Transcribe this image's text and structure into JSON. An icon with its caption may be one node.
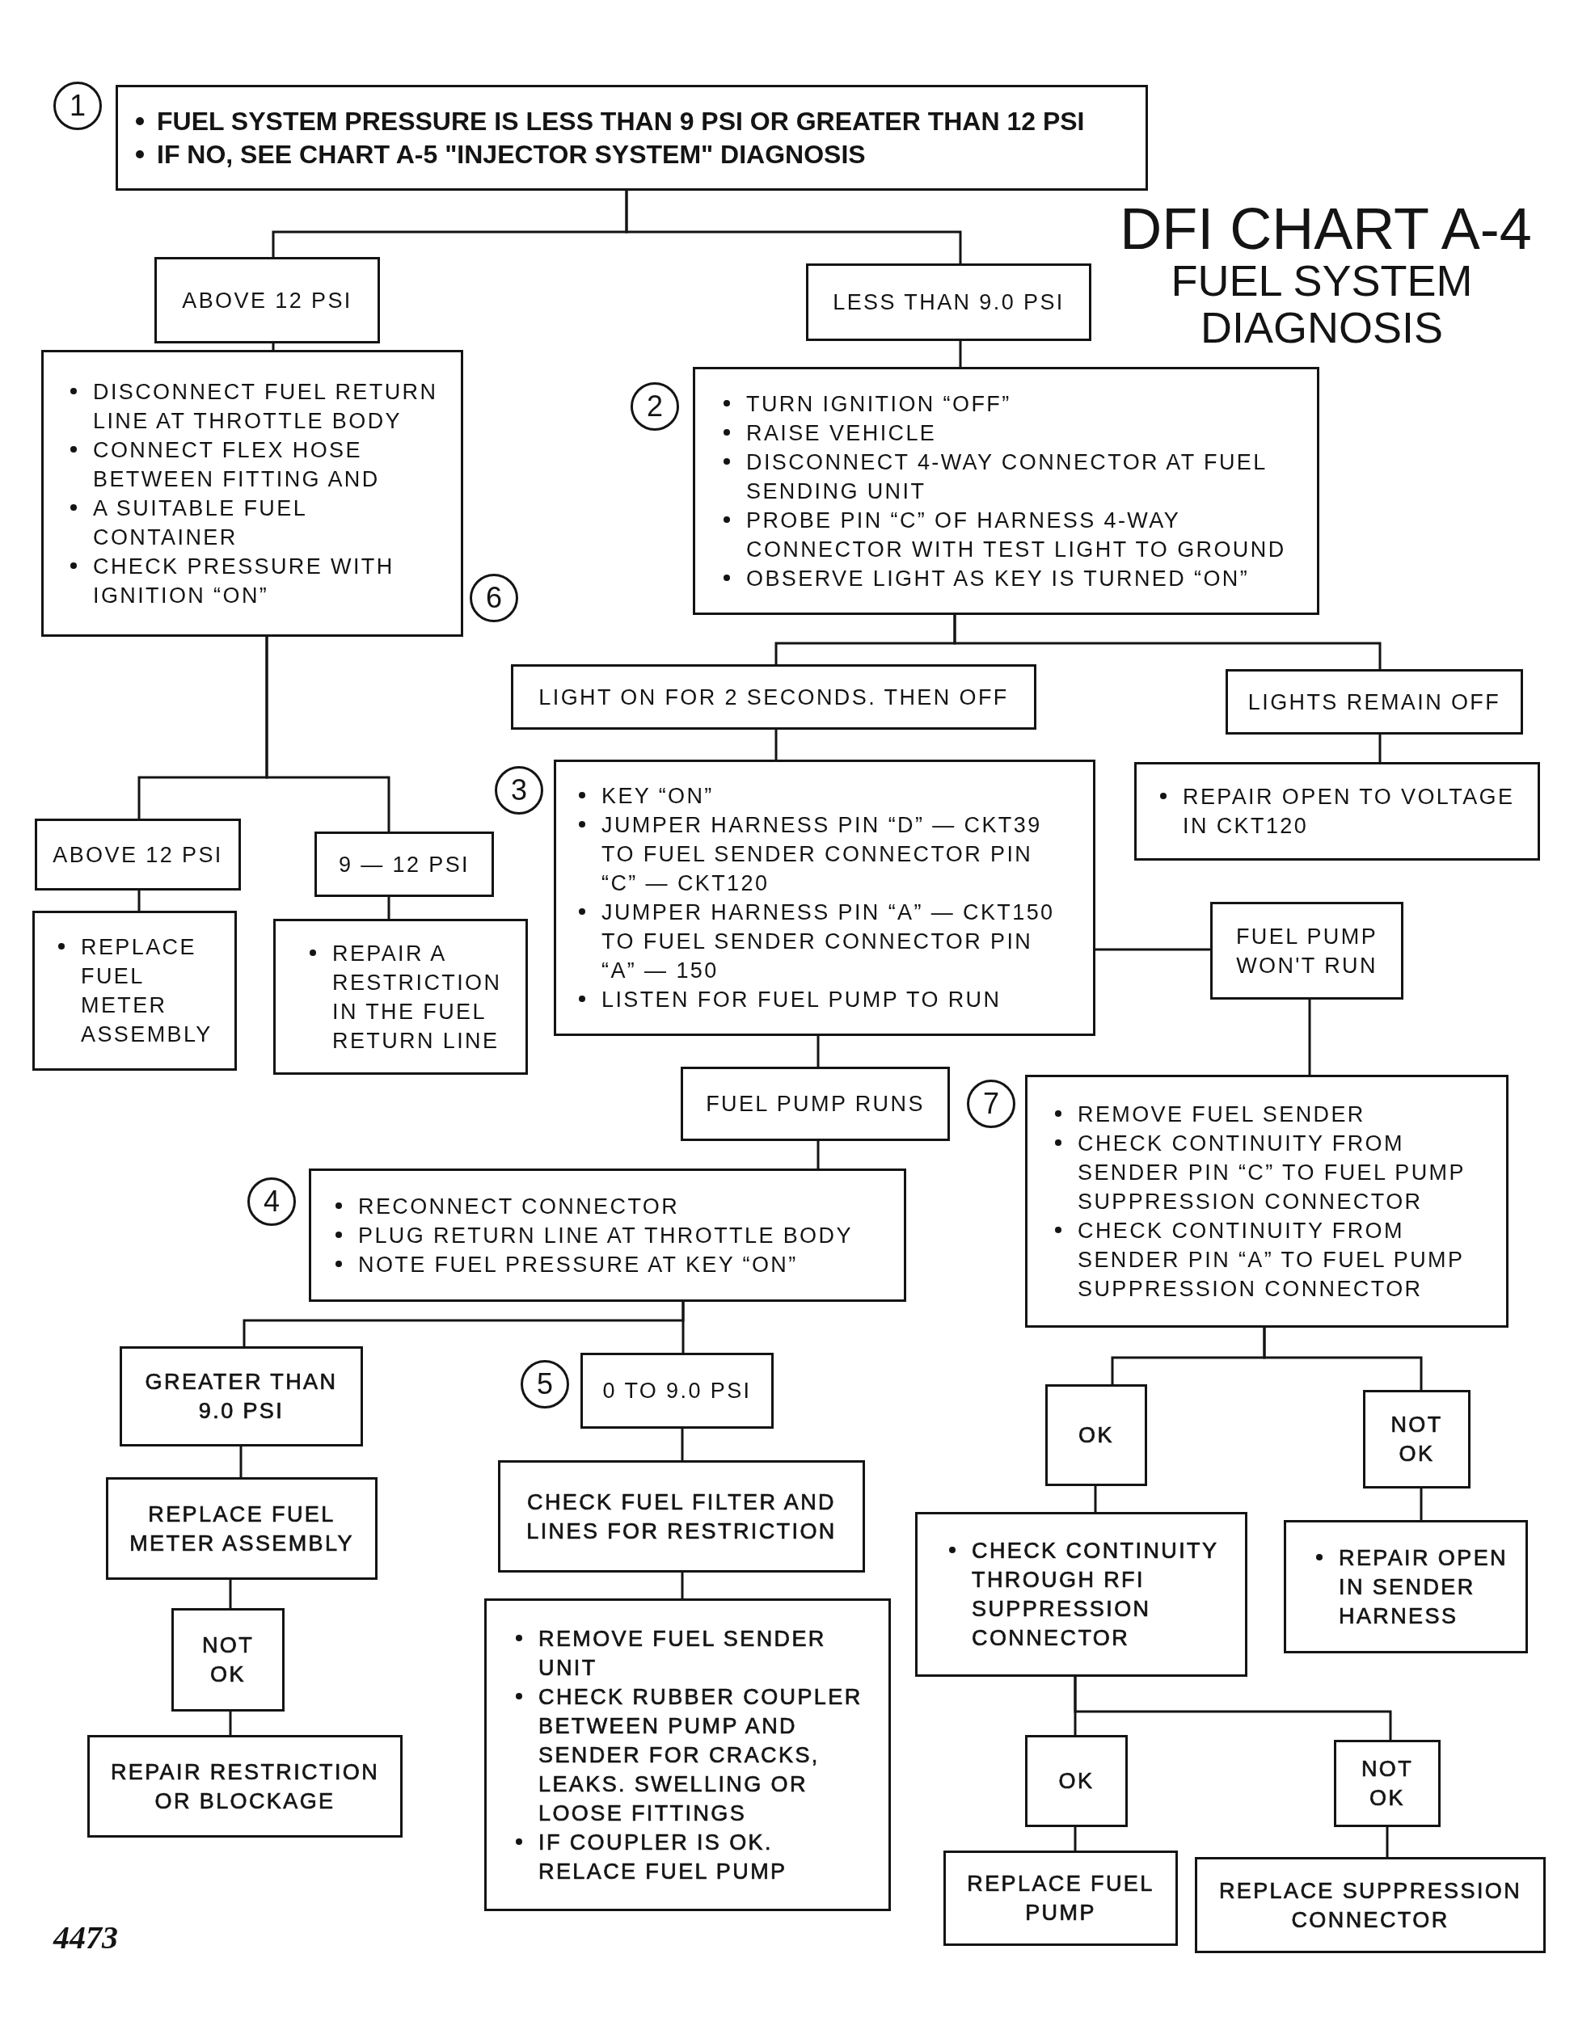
{
  "diagram": {
    "title": "DFI CHART A-4",
    "nodes": [
      {
        "text": [
          "FUEL SYSTEM PRESSURE IS LESS THAN 9 PSI OR GREATER THAN 12 PSI",
          "IF NO, SEE CHART A-5 \"INJECTOR SYSTEM\" DIAGNOSIS"
        ],
        "beside": [
          "1"
        ]
      },
      {
        "text": [
          "ABOVE 12 PSI"
        ]
      },
      {
        "text": [
          "LESS THAN 9.0 PSI"
        ]
      },
      {
        "text": [
          "DISCONNECT FUEL RETURN LINE AT THROTTLE BODY",
          "CONNECT FLEX HOSE BETWEEN FITTING AND",
          "A SUITABLE FUEL CONTAINER",
          "CHECK PRESSURE WITH IGNITION “ON”"
        ],
        "beside": [
          "6"
        ]
      },
      {
        "text": [
          "TURN IGNITION “OFF”",
          "RAISE VEHICLE",
          "DISCONNECT 4-WAY CONNECTOR AT FUEL SENDING UNIT",
          "PROBE PIN “C” OF HARNESS 4-WAY CONNECTOR WITH TEST LIGHT TO GROUND",
          "OBSERVE LIGHT AS KEY IS TURNED “ON”"
        ],
        "beside": [
          "2"
        ]
      },
      {
        "text": [
          "LIGHT ON FOR 2 SECONDS. THEN OFF"
        ]
      },
      {
        "text": [
          "LIGHTS REMAIN OFF"
        ]
      },
      {
        "text": [
          "KEY “ON”",
          "JUMPER HARNESS PIN “D” — CKT39 TO FUEL SENDER CONNECTOR PIN “C” — CKT120",
          "JUMPER HARNESS PIN “A” — CKT150 TO FUEL SENDER CONNECTOR PIN “A” — 150",
          "LISTEN FOR FUEL PUMP TO RUN"
        ],
        "beside": [
          "3"
        ]
      },
      {
        "text": [
          "REPAIR OPEN TO VOLTAGE IN CKT120"
        ]
      },
      {
        "text": [
          "ABOVE 12 PSI"
        ]
      },
      {
        "text": [
          "9 — 12 PSI"
        ]
      },
      {
        "text": [
          "FUEL PUMP WON'T RUN"
        ]
      },
      {
        "text": [
          "REPLACE FUEL METER ASSEMBLY"
        ]
      },
      {
        "text": [
          "REPAIR A RESTRICTION IN THE FUEL RETURN LINE"
        ]
      },
      {
        "text": [
          "FUEL PUMP RUNS"
        ]
      },
      {
        "text": [
          "REMOVE FUEL SENDER",
          "CHECK CONTINUITY FROM SENDER PIN “C” TO FUEL PUMP SUPPRESSION CONNECTOR",
          "CHECK CONTINUITY FROM SENDER PIN “A” TO FUEL PUMP SUPPRESSION CONNECTOR"
        ],
        "beside": [
          "7"
        ]
      },
      {
        "text": [
          "RECONNECT CONNECTOR",
          "PLUG RETURN LINE AT THROTTLE BODY",
          "NOTE FUEL PRESSURE AT KEY “ON”"
        ],
        "beside": [
          "4"
        ]
      },
      {
        "text": [
          "GREATER THAN 9.0 PSI"
        ]
      },
      {
        "text": [
          "0 TO 9.0 PSI"
        ],
        "beside": [
          "5"
        ]
      },
      {
        "text": [
          "OK"
        ]
      },
      {
        "text": [
          "NOT OK"
        ]
      },
      {
        "text": [
          "REPLACE FUEL METER ASSEMBLY"
        ]
      },
      {
        "text": [
          "CHECK FUEL FILTER AND LINES FOR RESTRICTION"
        ]
      },
      {
        "text": [
          "CHECK CONTINUITY THROUGH RFI SUPPRESSION CONNECTOR"
        ]
      },
      {
        "text": [
          "REPAIR OPEN IN SENDER HARNESS"
        ]
      },
      {
        "text": [
          "NOT OK"
        ]
      },
      {
        "text": [
          "REMOVE FUEL SENDER UNIT",
          "CHECK RUBBER COUPLER BETWEEN PUMP AND SENDER FOR CRACKS, LEAKS. SWELLING OR LOOSE FITTINGS",
          "IF COUPLER IS OK. RELACE FUEL PUMP"
        ]
      },
      {
        "text": [
          "OK"
        ]
      },
      {
        "text": [
          "NOT OK"
        ]
      },
      {
        "text": [
          "REPAIR RESTRICTION OR BLOCKAGE"
        ]
      },
      {
        "text": [
          "REPLACE FUEL PUMP"
        ]
      },
      {
        "text": [
          "REPLACE SUPPRESSION CONNECTOR"
        ]
      }
    ],
    "edges": [
      {
        "from": 0,
        "to": 1,
        "arrow": "none"
      },
      {
        "from": 0,
        "to": 2,
        "arrow": "none"
      },
      {
        "from": 1,
        "to": 3,
        "arrow": "none"
      },
      {
        "from": 2,
        "to": 4,
        "arrow": "none"
      },
      {
        "from": 4,
        "to": 5,
        "arrow": "none"
      },
      {
        "from": 4,
        "to": 6,
        "arrow": "none"
      },
      {
        "from": 5,
        "to": 7,
        "arrow": "none"
      },
      {
        "from": 6,
        "to": 8,
        "arrow": "none"
      },
      {
        "from": 3,
        "to": 9,
        "arrow": "none"
      },
      {
        "from": 3,
        "to": 10,
        "arrow": "none"
      },
      {
        "from": 9,
        "to": 12,
        "arrow": "none"
      },
      {
        "from": 10,
        "to": 13,
        "arrow": "none"
      },
      {
        "from": 7,
        "to": 11,
        "arrow": "none"
      },
      {
        "from": 7,
        "to": 14,
        "arrow": "none"
      },
      {
        "from": 11,
        "to": 15,
        "arrow": "none"
      },
      {
        "from": 14,
        "to": 16,
        "arrow": "none"
      },
      {
        "from": 16,
        "to": 17,
        "arrow": "none"
      },
      {
        "from": 16,
        "to": 18,
        "arrow": "none"
      },
      {
        "from": 15,
        "to": 19,
        "arrow": "none"
      },
      {
        "from": 15,
        "to": 20,
        "arrow": "none"
      },
      {
        "from": 17,
        "to": 21,
        "arrow": "none"
      },
      {
        "from": 18,
        "to": 22,
        "arrow": "none"
      },
      {
        "from": 19,
        "to": 23,
        "arrow": "none"
      },
      {
        "from": 20,
        "to": 24,
        "arrow": "none"
      },
      {
        "from": 21,
        "to": 25,
        "arrow": "none"
      },
      {
        "from": 22,
        "to": 26,
        "arrow": "none"
      },
      {
        "from": 23,
        "to": 27,
        "arrow": "none"
      },
      {
        "from": 23,
        "to": 28,
        "arrow": "none"
      },
      {
        "from": 25,
        "to": 29,
        "arrow": "none"
      },
      {
        "from": 27,
        "to": 30,
        "arrow": "none"
      },
      {
        "from": 28,
        "to": 31,
        "arrow": "none"
      }
    ],
    "labels": [
      "FUEL SYSTEM DIAGNOSIS",
      "4473"
    ]
  }
}
